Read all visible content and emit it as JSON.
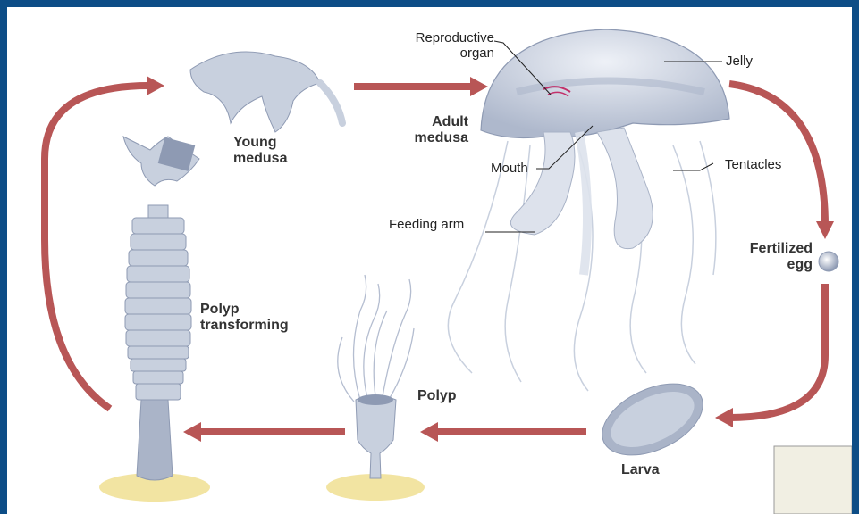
{
  "labels": {
    "reproductive_organ": [
      "Reproductive",
      "organ"
    ],
    "jelly": "Jelly",
    "adult_medusa": [
      "Adult",
      "medusa"
    ],
    "mouth": "Mouth",
    "tentacles": "Tentacles",
    "feeding_arm": "Feeding arm",
    "young_medusa": [
      "Young",
      "medusa"
    ],
    "fertilized_egg": [
      "Fertilized",
      "egg"
    ],
    "polyp_transforming": [
      "Polyp",
      "transforming"
    ],
    "polyp": "Polyp",
    "larva": "Larva"
  },
  "colors": {
    "frame": "#0d4d86",
    "arrow": "#b85656",
    "body": "#c8d0de",
    "body_dark": "#8e9ab3",
    "sand": "#f2e4a2",
    "pink": "#c2306a"
  },
  "stages": [
    "Adult medusa",
    "Fertilized egg",
    "Larva",
    "Polyp",
    "Polyp transforming",
    "Young medusa"
  ]
}
